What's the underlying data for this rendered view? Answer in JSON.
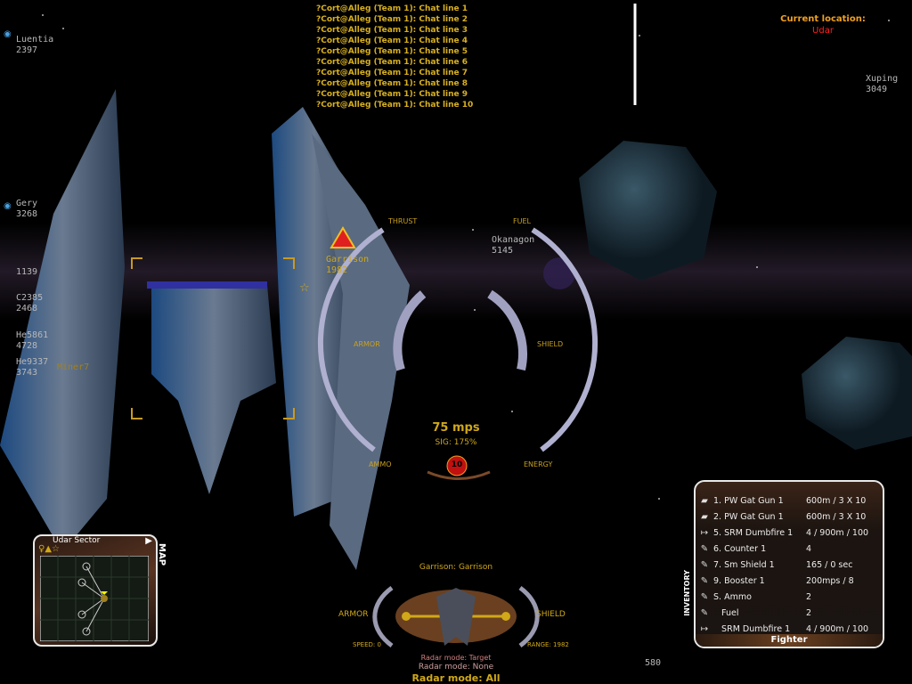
{
  "chat": [
    "?Cort@Alleg (Team 1): Chat line 1",
    "?Cort@Alleg (Team 1): Chat line 2",
    "?Cort@Alleg (Team 1): Chat line 3",
    "?Cort@Alleg (Team 1): Chat line 4",
    "?Cort@Alleg (Team 1): Chat line 5",
    "?Cort@Alleg (Team 1): Chat line 6",
    "?Cort@Alleg (Team 1): Chat line 7",
    "?Cort@Alleg (Team 1): Chat line 8",
    "?Cort@Alleg (Team 1): Chat line 9",
    "?Cort@Alleg (Team 1): Chat line 10"
  ],
  "location": {
    "label": "Current location:",
    "value": "Udar"
  },
  "markers": [
    {
      "name": "Luentia",
      "dist": "2397"
    },
    {
      "name": "Gery",
      "dist": "3268"
    },
    {
      "name": "",
      "dist": "1139"
    },
    {
      "name": "C2385",
      "dist": "2468"
    },
    {
      "name": "He5861",
      "dist": "4728"
    },
    {
      "name": "He9337",
      "dist": "3743"
    },
    {
      "name": "Xuping",
      "dist": "3049"
    },
    {
      "name": "Okanagon",
      "dist": "5145"
    },
    {
      "name": "Garrison",
      "dist": "1982"
    },
    {
      "name": "",
      "dist": "580"
    }
  ],
  "miner_label": "Miner7",
  "hud": {
    "thrust": "THRUST",
    "fuel": "FUEL",
    "armor": "ARMOR",
    "shield": "SHIELD",
    "ammo": "AMMO",
    "energy": "ENERGY",
    "speed": "75 mps",
    "sig": "SIG: 175%",
    "missile_count": "10"
  },
  "target": {
    "title": "Garrison: Garrison",
    "armor": "ARMOR",
    "shield": "SHIELD",
    "speed": "SPEED: 0",
    "range": "RANGE: 1982",
    "radar_modes": [
      "Radar mode: Target",
      "Radar mode: None",
      "Radar mode: All"
    ]
  },
  "map": {
    "title": "Udar Sector",
    "tab": "MAP"
  },
  "inventory": {
    "tab": "INVENTORY",
    "footer": "Fighter",
    "items": [
      {
        "icon": "gun-icon",
        "name": "1. PW Gat Gun 1",
        "value": "600m / 3 X 10"
      },
      {
        "icon": "gun-icon",
        "name": "2. PW Gat Gun 1",
        "value": "600m / 3 X 10"
      },
      {
        "icon": "missile-icon",
        "name": "5. SRM Dumbfire 1",
        "value": "4 / 900m / 100"
      },
      {
        "icon": "wrench-icon",
        "name": "6. Counter 1",
        "value": "4"
      },
      {
        "icon": "wrench-icon",
        "name": "7. Sm Shield 1",
        "value": "165 / 0 sec"
      },
      {
        "icon": "wrench-icon",
        "name": "9. Booster 1",
        "value": "200mps / 8"
      },
      {
        "icon": "wrench-icon",
        "name": "S. Ammo",
        "value": "2"
      },
      {
        "icon": "wrench-icon",
        "name": "   Fuel",
        "value": "2"
      },
      {
        "icon": "missile-icon",
        "name": "   SRM Dumbfire 1",
        "value": "4 / 900m / 100"
      }
    ]
  },
  "colors": {
    "hud_gold": "#d0a818",
    "location_label": "#f0a020",
    "location_value": "#ff2020"
  }
}
